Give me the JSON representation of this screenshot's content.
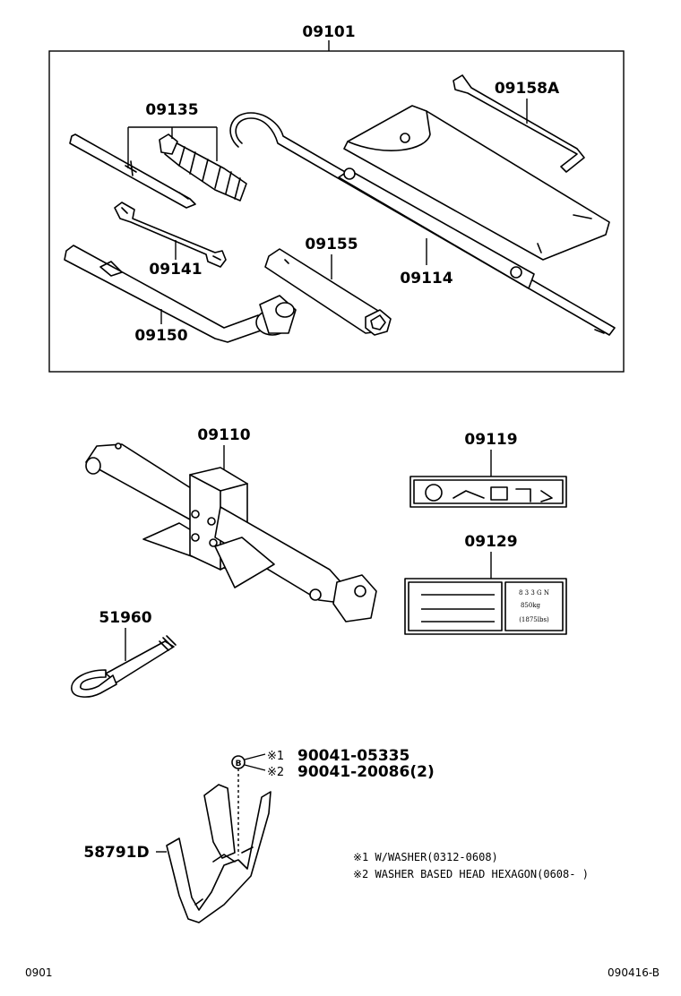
{
  "parts": {
    "p09101": "09101",
    "p09135": "09135",
    "p09158a": "09158A",
    "p09141": "09141",
    "p09155": "09155",
    "p09114": "09114",
    "p09150": "09150",
    "p09110": "09110",
    "p09119": "09119",
    "p09129": "09129",
    "p51960": "51960",
    "p58791d": "58791D"
  },
  "bolts": {
    "line1_mark": "※1",
    "line1_part": "90041-05335",
    "line2_mark": "※2",
    "line2_part": "90041-20086(2)",
    "callout_letter": "B"
  },
  "notes": {
    "note1": "※1 W/WASHER(0312-0608)",
    "note2": "※2 WASHER BASED HEAD HEXAGON(0608-      )"
  },
  "label_plate": {
    "line1": "8 3 3 G N",
    "line2": "850kg",
    "line3": "(1875lbs)"
  },
  "footer": {
    "left_code": "0901",
    "right_code": "090416-B"
  }
}
